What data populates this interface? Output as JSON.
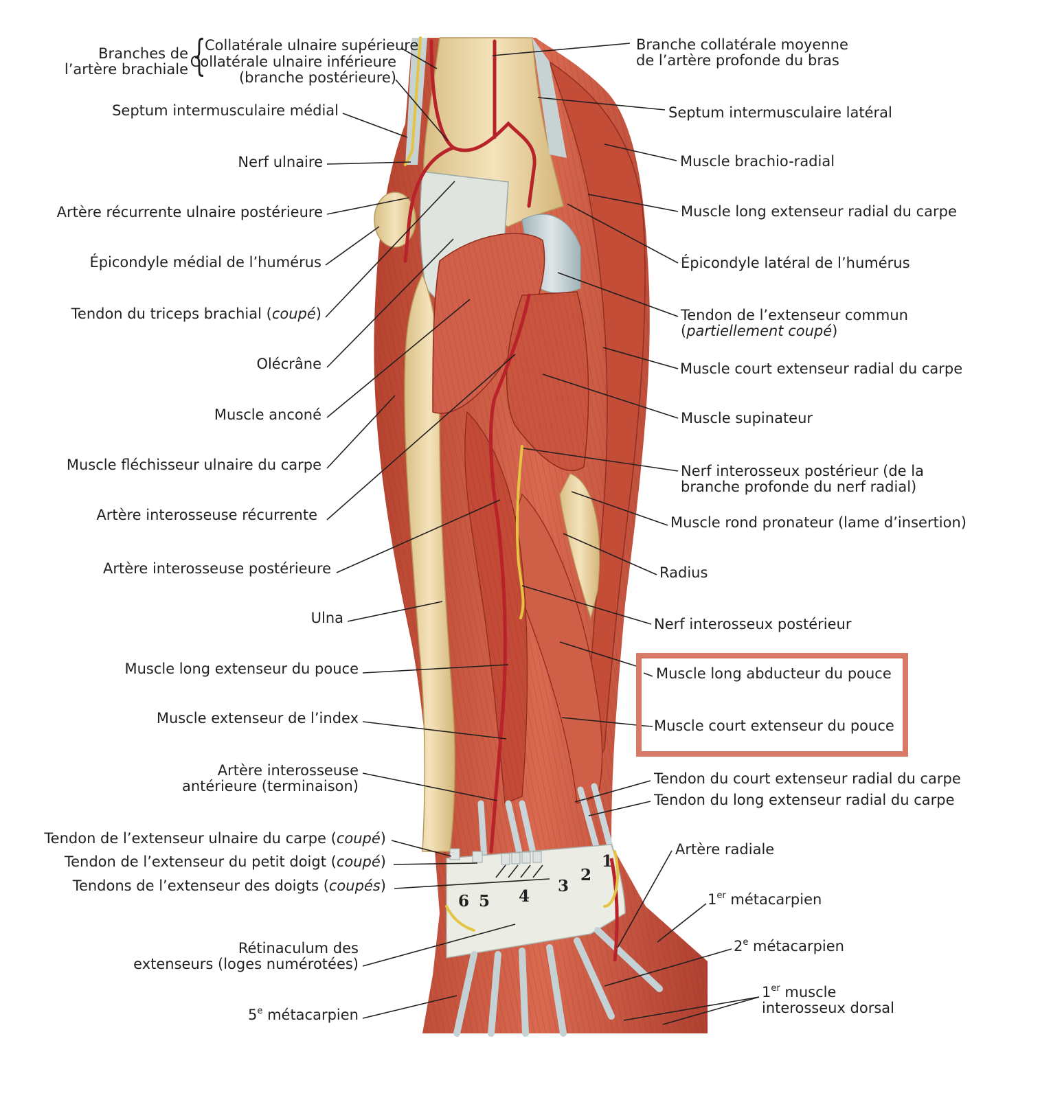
{
  "labels_left": {
    "branches_group": [
      "Branches de",
      "l’artère brachiale"
    ],
    "collat_sup": "Collatérale ulnaire supérieure",
    "collat_inf_1": "Collatérale ulnaire inférieure",
    "collat_inf_2": "(branche postérieure)",
    "septum_medial": "Septum intermusculaire médial",
    "nerf_ulnaire": "Nerf ulnaire",
    "art_rec_ulnaire": "Artère récurrente ulnaire postérieure",
    "epicondyle_medial": "Épicondyle médial de l’humérus",
    "triceps_a": "Tendon du triceps brachial (",
    "triceps_b": "coupé",
    "triceps_c": ")",
    "olecrane": "Olécrâne",
    "anconé": "Muscle anconé",
    "flechisseur": "Muscle fléchisseur ulnaire du carpe",
    "art_inter_rec": "Artère interosseuse récurrente",
    "art_inter_post": "Artère interosseuse postérieure",
    "ulna": "Ulna",
    "long_ext_pouce": "Muscle long extenseur du pouce",
    "ext_index": "Muscle extenseur de l’index",
    "art_inter_ant": [
      "Artère interosseuse",
      "antérieure (terminaison)"
    ],
    "t_ext_ulnaire_a": "Tendon de l’extenseur ulnaire du carpe (",
    "t_ext_ulnaire_b": "coupé",
    "t_ext_petit_a": "Tendon de l’extenseur du petit doigt (",
    "t_ext_petit_b": "coupé",
    "t_ext_doigts_a": "Tendons de l’extenseur des doigts (",
    "t_ext_doigts_b": "coupés",
    "retinaculum": [
      "Rétinaculum des",
      "extenseurs (loges numérotées)"
    ],
    "meta5_pre": "5",
    "meta5_sup": "e",
    "meta5_post": " métacarpien"
  },
  "labels_right": {
    "collat_moyenne": [
      "Branche collatérale moyenne",
      "de l’artère profonde du bras"
    ],
    "septum_lateral": "Septum intermusculaire latéral",
    "brachio_radial": "Muscle brachio-radial",
    "long_ext_radial": "Muscle long extenseur radial du carpe",
    "epicondyle_lateral": "Épicondyle latéral de l’humérus",
    "tendon_ext_commun_1": "Tendon de l’extenseur commun",
    "tendon_ext_commun_2": "partiellement coupé",
    "court_ext_radial": "Muscle court extenseur radial du carpe",
    "supinateur": "Muscle supinateur",
    "nerf_inter_post_1": [
      "Nerf interosseux postérieur (de la",
      "branche profonde du nerf radial)"
    ],
    "rond_pronateur": "Muscle rond pronateur (lame d’insertion)",
    "radius": "Radius",
    "nerf_inter_post_2": "Nerf interosseux postérieur",
    "long_abducteur": "Muscle long abducteur du pouce",
    "court_ext_pouce": "Muscle court extenseur du pouce",
    "t_court_ext_radial": "Tendon du court extenseur radial du carpe",
    "t_long_ext_radial": "Tendon du long extenseur radial du carpe",
    "art_radiale": "Artère radiale",
    "meta1_pre": "1",
    "meta1_sup": "er",
    "meta1_post": " métacarpien",
    "meta2_pre": "2",
    "meta2_sup": "e",
    "meta2_post": " métacarpien",
    "interosseux_pre": "1",
    "interosseux_sup": "er",
    "interosseux_post": " muscle",
    "interosseux_2": "interosseux dorsal"
  },
  "retinaculum_numbers": [
    "1",
    "2",
    "3",
    "4",
    "5",
    "6"
  ],
  "colors": {
    "muscle": "#c9553f",
    "muscle_dark": "#a63b2a",
    "bone": "#ecd6a4",
    "tendon": "#c6d3d6",
    "artery": "#b8232b",
    "nerve": "#e8c84a",
    "highlight": "#d77b68"
  }
}
